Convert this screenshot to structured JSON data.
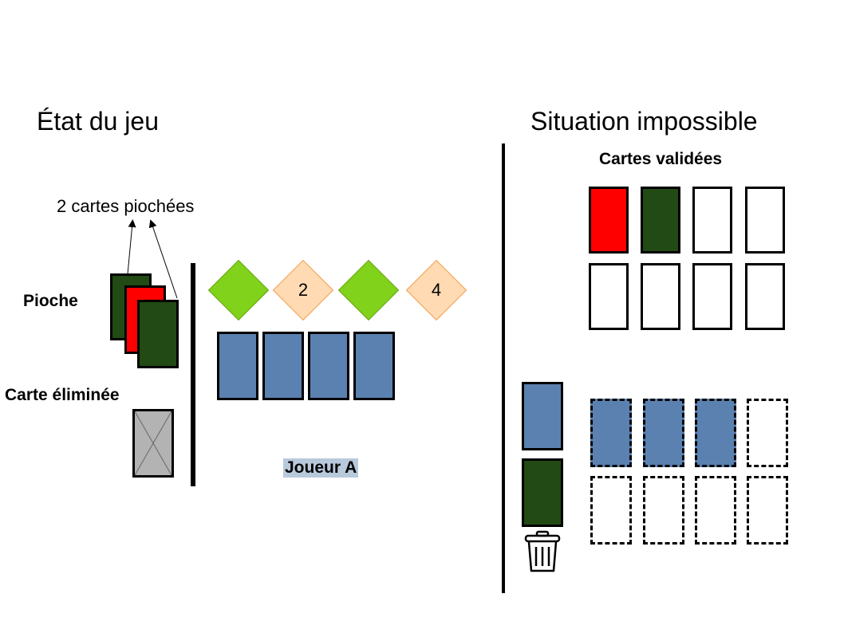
{
  "left": {
    "title": "État du jeu",
    "drawn_label": "2 cartes piochées",
    "pile_label": "Pioche",
    "discard_label": "Carte éliminée",
    "player_label": "Joueur A",
    "clues": [
      "",
      "2",
      "",
      "4"
    ],
    "clue_colors": [
      "#80d21a",
      "#ffdab2",
      "#80d21a",
      "#ffdab2"
    ],
    "hand_color": "#5a81b0"
  },
  "right": {
    "title": "Situation impossible",
    "validated_label": "Cartes validées",
    "validated_top": [
      "red",
      "green",
      "white",
      "white"
    ],
    "validated_bottom": [
      "white",
      "white",
      "white",
      "white"
    ],
    "lower_top": [
      "blue",
      "blue",
      "blue",
      "white"
    ],
    "lower_bottom": [
      "white",
      "white",
      "white",
      "white"
    ],
    "side_cards": [
      "blue",
      "green"
    ],
    "trash_icon": "trash-icon"
  },
  "colors": {
    "blue": "#5a81b0",
    "green": "#224a14",
    "red": "#ff0000",
    "white": "#ffffff",
    "grey": "#b3b3b3"
  }
}
